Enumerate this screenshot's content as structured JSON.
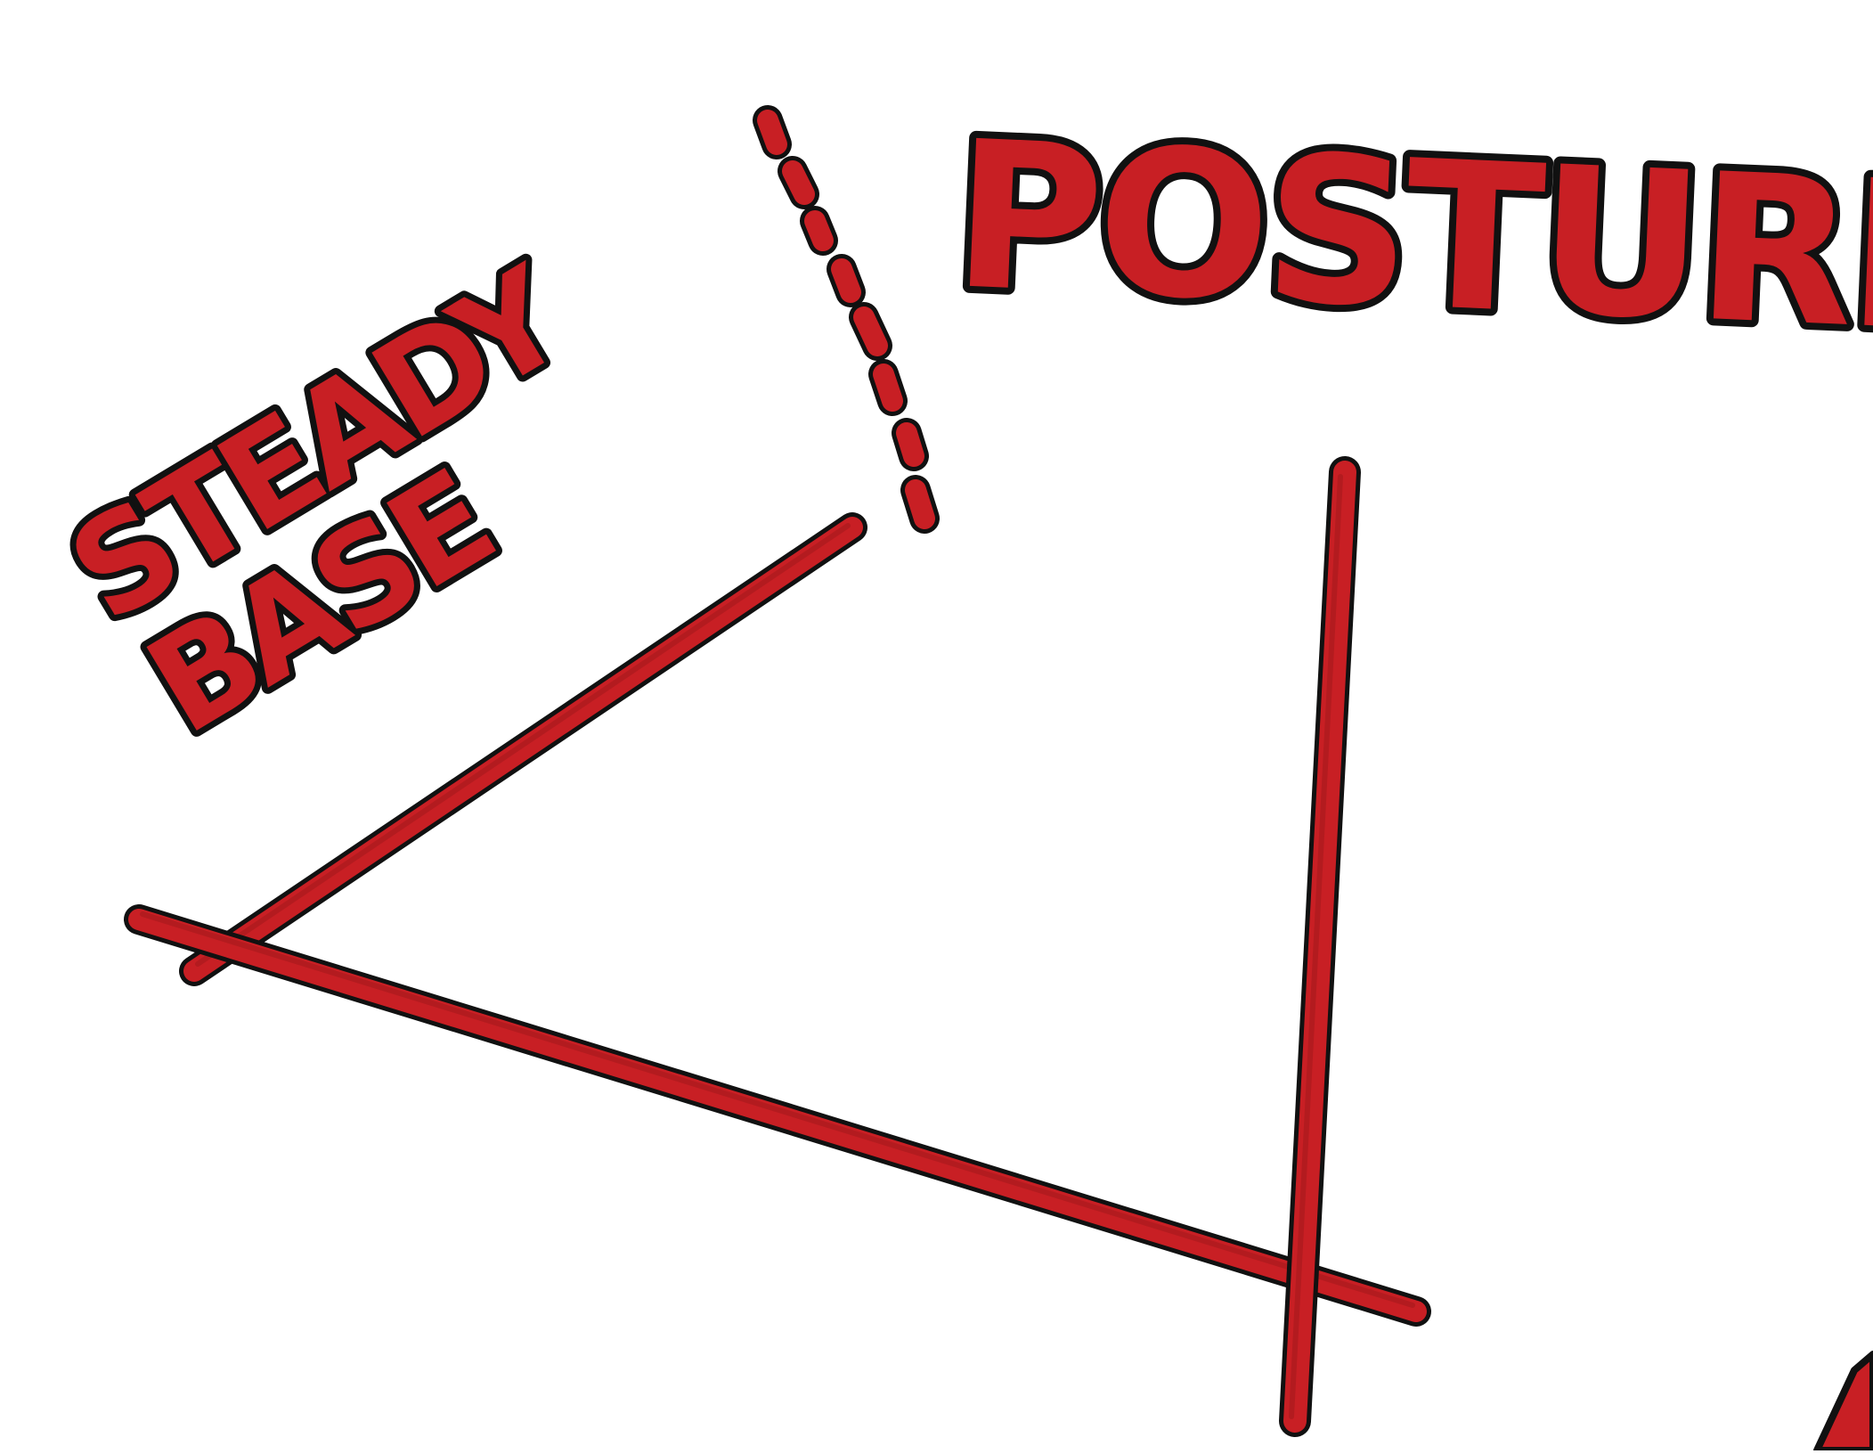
{
  "labels": {
    "posture": "POSTURE",
    "steady_base_line1": "STEADY",
    "steady_base_line2": "BASE"
  },
  "colors": {
    "ink_red": "#c81f24",
    "outline": "#111111",
    "background": "#ffffff"
  }
}
